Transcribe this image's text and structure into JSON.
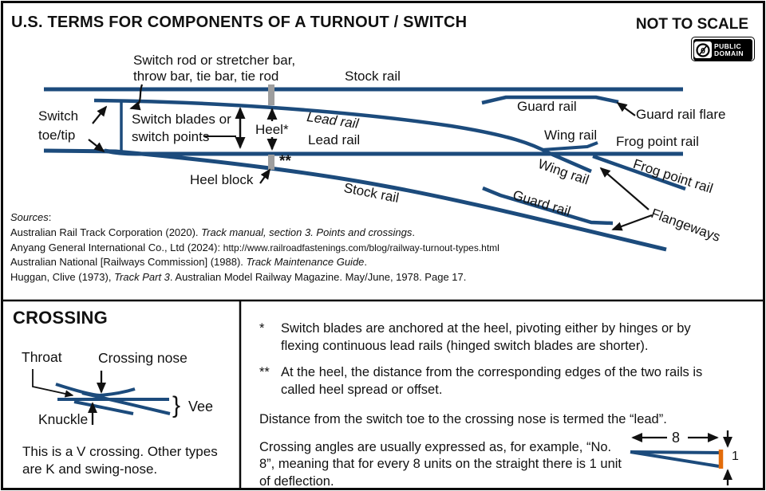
{
  "title": "U.S. TERMS FOR COMPONENTS OF A TURNOUT / SWITCH",
  "not_to_scale": "NOT TO SCALE",
  "badge": {
    "zero": "0",
    "line1": "PUBLIC",
    "line2": "DOMAIN"
  },
  "diagram": {
    "labels": {
      "switch_rod_line1": "Switch rod or stretcher bar,",
      "switch_rod_line2": "throw bar, tie bar, tie rod",
      "stock_rail_top": "Stock rail",
      "switch_toe_line1": "Switch",
      "switch_toe_line2": "toe/tip",
      "switch_blades_line1": "Switch blades or",
      "switch_blades_line2": "switch points",
      "heel": "Heel*",
      "lead_rail_diverging": "Lead rail",
      "lead_rail_straight": "Lead rail",
      "guard_rail_top": "Guard rail",
      "guard_rail_flare": "Guard rail flare",
      "wing_rail_straight": "Wing rail",
      "frog_point_rail_straight": "Frog point rail",
      "wing_rail_diverging": "Wing rail",
      "frog_point_rail_diverging": "Frog point rail",
      "heel_block": "Heel block",
      "heel_spread_marker": "**",
      "stock_rail_diverging": "Stock rail",
      "guard_rail_diverging": "Guard rail",
      "flangeways": "Flangeways"
    }
  },
  "sources": {
    "heading": [
      {
        "t": "Sources",
        "i": true
      },
      {
        "t": ":"
      }
    ],
    "lines": [
      [
        {
          "t": "Australian Rail Track Corporation (2020). "
        },
        {
          "t": "Track manual, section 3. Points and crossings",
          "i": true
        },
        {
          "t": "."
        }
      ],
      [
        {
          "t": "Anyang General International Co., Ltd (2024): "
        },
        {
          "t": "http://www.railroadfastenings.com/blog/railway-turnout-types.html",
          "small": true
        }
      ],
      [
        {
          "t": "Australian National [Railways Commission] (1988). "
        },
        {
          "t": "Track Maintenance Guide",
          "i": true
        },
        {
          "t": "."
        }
      ],
      [
        {
          "t": "Huggan, Clive (1973), "
        },
        {
          "t": "Track Part 3",
          "i": true
        },
        {
          "t": ". Australian Model Railway Magazine. May/June, 1978. Page 17."
        }
      ]
    ]
  },
  "crossing": {
    "heading": "CROSSING",
    "labels": {
      "throat": "Throat",
      "crossing_nose": "Crossing nose",
      "knuckle": "Knuckle",
      "vee_brace": "}",
      "vee": "Vee"
    },
    "caption_line1": "This is a V crossing. Other types",
    "caption_line2": "are K and swing-nose."
  },
  "notes": [
    {
      "marker": "*",
      "text": "Switch blades are anchored at the heel, pivoting either by hinges or by flexing continuous lead rails (hinged switch blades are shorter)."
    },
    {
      "marker": "**",
      "text": "At the heel, the distance from the corresponding edges of the two rails is called heel spread or offset."
    },
    {
      "marker": "",
      "text": "Distance from the switch toe to the crossing nose is termed the “lead”."
    },
    {
      "marker": "",
      "text": "Crossing angles are usually expressed as, for example, “No. 8”, meaning that for every 8 units on the straight there is 1 unit of deflection."
    }
  ],
  "angle_diagram": {
    "units_straight": "8",
    "units_deflection": "1"
  },
  "colors": {
    "rail": "#1c4b7c",
    "heel_block": "#9e9e9e",
    "deflection_bar": "#e36c0a"
  }
}
